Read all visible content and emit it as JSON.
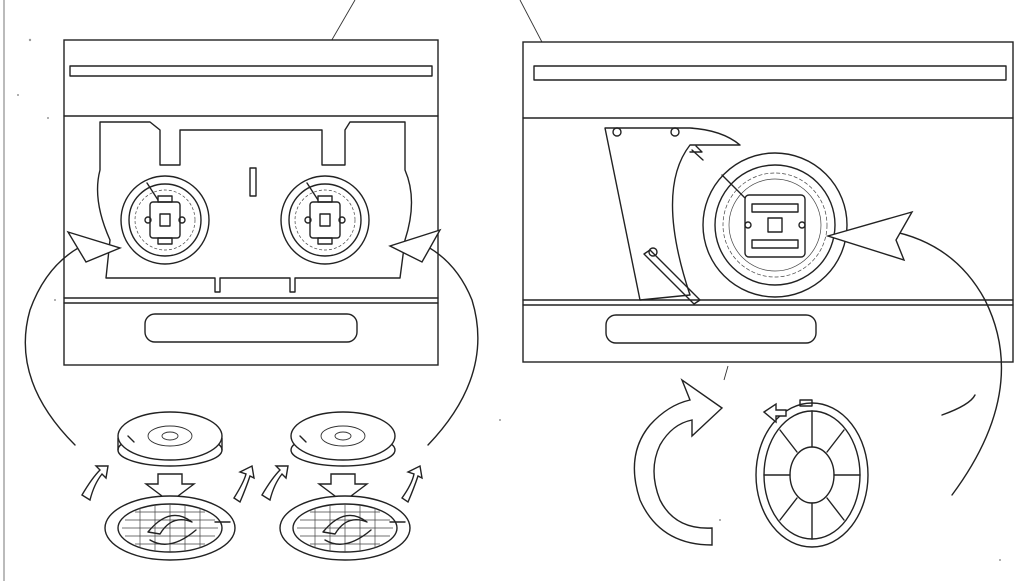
{
  "figure": {
    "panels": [
      {
        "id": "left",
        "description_icons": [
          "twin-blower-wheel",
          "filter-disc",
          "mesh-grill",
          "rotate-arrow"
        ]
      },
      {
        "id": "right",
        "description_icons": [
          "single-blower-wheel",
          "filter-ring",
          "rotate-arrow"
        ]
      }
    ],
    "colors": {
      "line": "#222222",
      "paper": "#ffffff"
    }
  }
}
